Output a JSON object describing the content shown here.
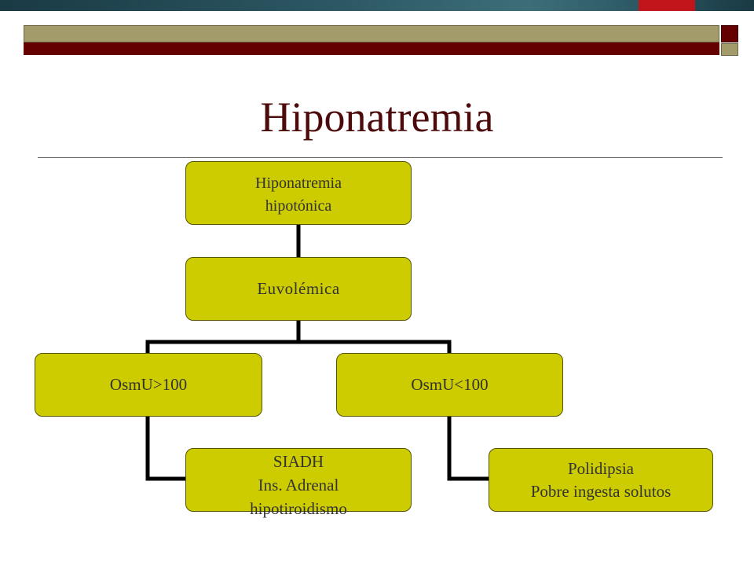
{
  "slide": {
    "title": "Hiponatremia",
    "colors": {
      "top_band": "#2c5864",
      "accent_red": "#c0151b",
      "olive": "#a49b6b",
      "maroon": "#650000",
      "title_text": "#4d0a0a",
      "node_fill": "#cccc00",
      "node_text": "#333333",
      "connector": "#000000"
    }
  },
  "diagram": {
    "nodes": {
      "root": "Hiponatremia\nhipotónica",
      "euvolemica": "Euvolémica",
      "osm_high": "OsmU>100",
      "osm_low": "OsmU<100",
      "siadh": "SIADH\nIns. Adrenal\nhipotiroidismo",
      "polidipsia": "Polidipsia\nPobre ingesta solutos"
    }
  }
}
